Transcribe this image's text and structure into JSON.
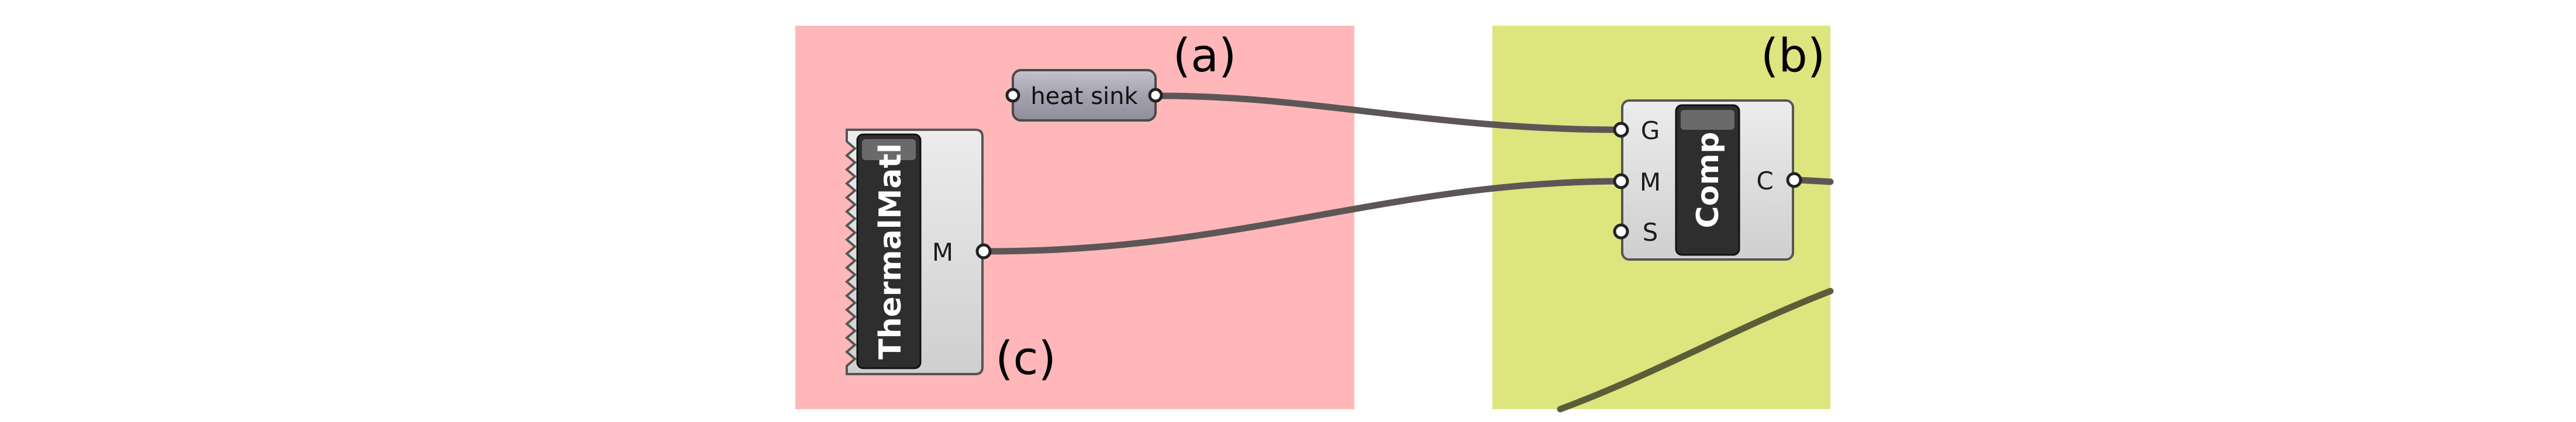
{
  "colors": {
    "group_a_fill": "#ffb7b9",
    "group_b_fill": "#dce57e",
    "wire": "#5d5656",
    "wire_green": "#5a5e38",
    "component_body": "#d8d8d8",
    "name_block": "#2e2e2e",
    "panel_fill": "#a1a0ad"
  },
  "groups": {
    "a": {
      "label": "(a)"
    },
    "b": {
      "label": "(b)"
    },
    "c": {
      "label": "(c)"
    }
  },
  "panel": {
    "text": "heat sink"
  },
  "thermal_component": {
    "name": "ThermalMatl",
    "output": "M"
  },
  "comp_component": {
    "name": "Comp",
    "inputs": [
      "G",
      "M",
      "S"
    ],
    "output": "C"
  }
}
